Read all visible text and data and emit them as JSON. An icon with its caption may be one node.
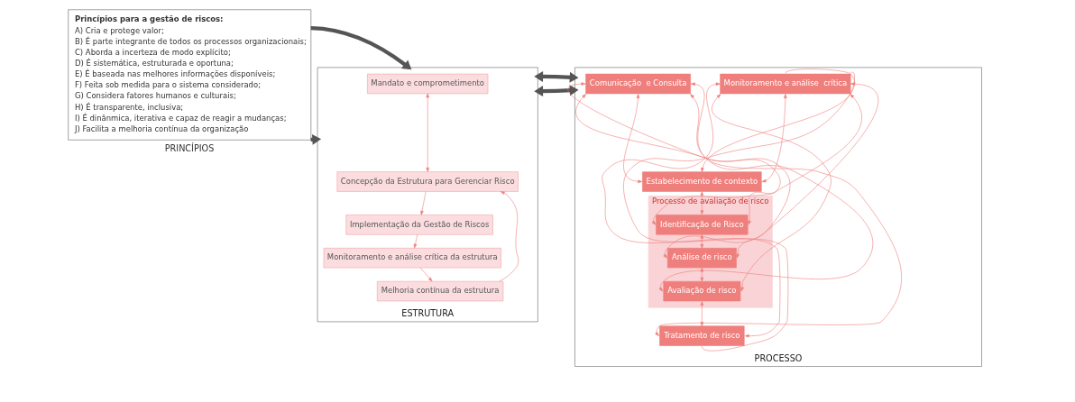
{
  "diagram": {
    "nodes": [
      {
        "text": [
          "Princípios para a gestão de riscos:",
          "A) Cria e protege valor;",
          "B) É parte integrante de todos os processos organizacionais;",
          "C) Aborda a incerteza de modo explícito;",
          "D) É sistemática, estruturada e oportuna;",
          "E) É baseada nas melhores informações disponíveis;",
          "F) Feita sob medida para o sistema considerado;",
          "G) Considera fatores humanos e culturais;",
          "H) É transparente, inclusiva;",
          "I) É dinânmica, iterativa e capaz de reagir a mudanças;",
          "J) Facilita a melhoria contínua da organização",
          "PRINCÍPIOS"
        ]
      },
      {
        "text": [
          "ESTRUTURA"
        ]
      },
      {
        "text": [
          "Mandato e comprometimento"
        ],
        "in": 1
      },
      {
        "text": [
          "Concepção da Estrutura para Gerenciar Risco"
        ],
        "in": 1
      },
      {
        "text": [
          "Melhoria contínua da estrutura"
        ],
        "in": 1
      },
      {
        "text": [
          "Implementação da Gestão de Riscos"
        ],
        "in": 1
      },
      {
        "text": [
          "Monitoramento e análise crítica da estrutura"
        ],
        "in": 1
      },
      {
        "text": [
          "PROCESSO"
        ]
      },
      {
        "text": [
          "Comunicação  e Consulta"
        ],
        "in": 7
      },
      {
        "text": [
          "Estabelecimento de contexto"
        ],
        "in": 7
      },
      {
        "text": [
          "Processo de avaliação de risco"
        ],
        "in": 7
      },
      {
        "text": [
          "Identificação de Risco"
        ],
        "in": 10
      },
      {
        "text": [
          "Análise de risco"
        ],
        "in": 10
      },
      {
        "text": [
          "Avaliação de risco"
        ],
        "in": 10
      },
      {
        "text": [
          "Tratamento de risco"
        ],
        "in": 7
      },
      {
        "text": [
          "Monitoramento e análise  crítica"
        ],
        "in": 7
      }
    ],
    "edges": [
      {
        "from": 0,
        "to": 1,
        "arrow": "to",
        "style": "thick",
        "color": "#555555"
      },
      {
        "from": 0,
        "to": 1,
        "arrow": "to",
        "style": "thick",
        "color": "#555555"
      },
      {
        "from": 1,
        "to": 7,
        "arrow": "both",
        "style": "thick",
        "color": "#555555"
      },
      {
        "from": 1,
        "to": 7,
        "arrow": "both",
        "style": "thick",
        "color": "#555555"
      },
      {
        "from": 2,
        "to": 3,
        "arrow": "both"
      },
      {
        "from": 3,
        "to": 5,
        "arrow": "to"
      },
      {
        "from": 5,
        "to": 6,
        "arrow": "to"
      },
      {
        "from": 6,
        "to": 4,
        "arrow": "to"
      },
      {
        "from": 4,
        "to": 3,
        "arrow": "to"
      },
      {
        "from": 8,
        "to": 9,
        "arrow": "both"
      },
      {
        "from": 8,
        "to": 11,
        "arrow": "both"
      },
      {
        "from": 8,
        "to": 12,
        "arrow": "both"
      },
      {
        "from": 8,
        "to": 13,
        "arrow": "both"
      },
      {
        "from": 8,
        "to": 14,
        "arrow": "both"
      },
      {
        "from": 15,
        "to": 9,
        "arrow": "both"
      },
      {
        "from": 15,
        "to": 11,
        "arrow": "both"
      },
      {
        "from": 15,
        "to": 12,
        "arrow": "both"
      },
      {
        "from": 15,
        "to": 13,
        "arrow": "both"
      },
      {
        "from": 15,
        "to": 14,
        "arrow": "both"
      },
      {
        "from": 9,
        "to": 11,
        "arrow": "both"
      },
      {
        "from": 11,
        "to": 12,
        "arrow": "both"
      },
      {
        "from": 12,
        "to": 13,
        "arrow": "both"
      },
      {
        "from": 13,
        "to": 14,
        "arrow": "both"
      },
      {
        "from": 14,
        "to": 15,
        "arrow": "none"
      },
      {
        "from": 15,
        "to": 9,
        "arrow": "to"
      }
    ]
  }
}
